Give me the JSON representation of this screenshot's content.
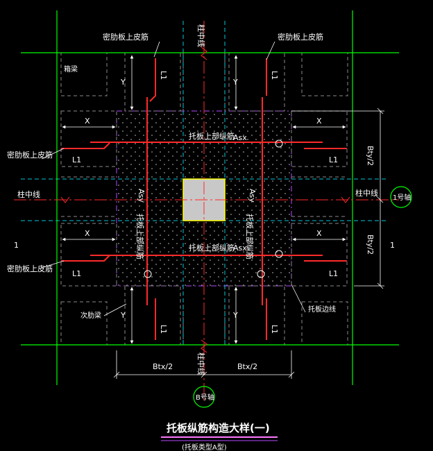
{
  "drawing": {
    "column_centerline_top": "柱中线",
    "column_centerline_left": "柱中线",
    "column_centerline_right": "柱中线",
    "column_centerline_bottom": "柱中线",
    "dense_rib_top_rebar_tl": "密肋板上皮筋",
    "dense_rib_top_rebar_tr": "密肋板上皮筋",
    "dense_rib_top_rebar_ml": "密肋板上皮筋",
    "dense_rib_top_rebar_bl": "密肋板上皮筋",
    "main_rib": "箱梁",
    "secondary_rib": "次肋梁",
    "drop_panel_edge": "托板边线",
    "top_long_rebar_upper": "托板上部纵筋",
    "top_long_rebar_lower": "托板上部纵筋",
    "top_long_rebar_left": "托板上部纵筋",
    "top_long_rebar_right": "托板上部纵筋",
    "asx_upper": "Asx",
    "asx_lower": "Asx",
    "asy_left": "Asy",
    "asy_right": "Asy",
    "dim_x": "X",
    "dim_y": "Y",
    "dim_l1": "L1",
    "bty_half": "Bty/2",
    "btx_half": "Btx/2",
    "section_mark": "1",
    "bubble_right": "1号轴",
    "bubble_bottom": "B号轴",
    "title": "托板纵筋构造大样(一)",
    "subtitle": "(托板类型A型)"
  },
  "colors": {
    "green": "#00ff00",
    "red": "#ff2a2a",
    "white": "#ffffff",
    "magenta": "#b44cff",
    "cyan": "#00c8d8",
    "column_fill": "#c8c8c8",
    "column_border": "#ffff00",
    "grey_dash": "#8a8a8a"
  }
}
